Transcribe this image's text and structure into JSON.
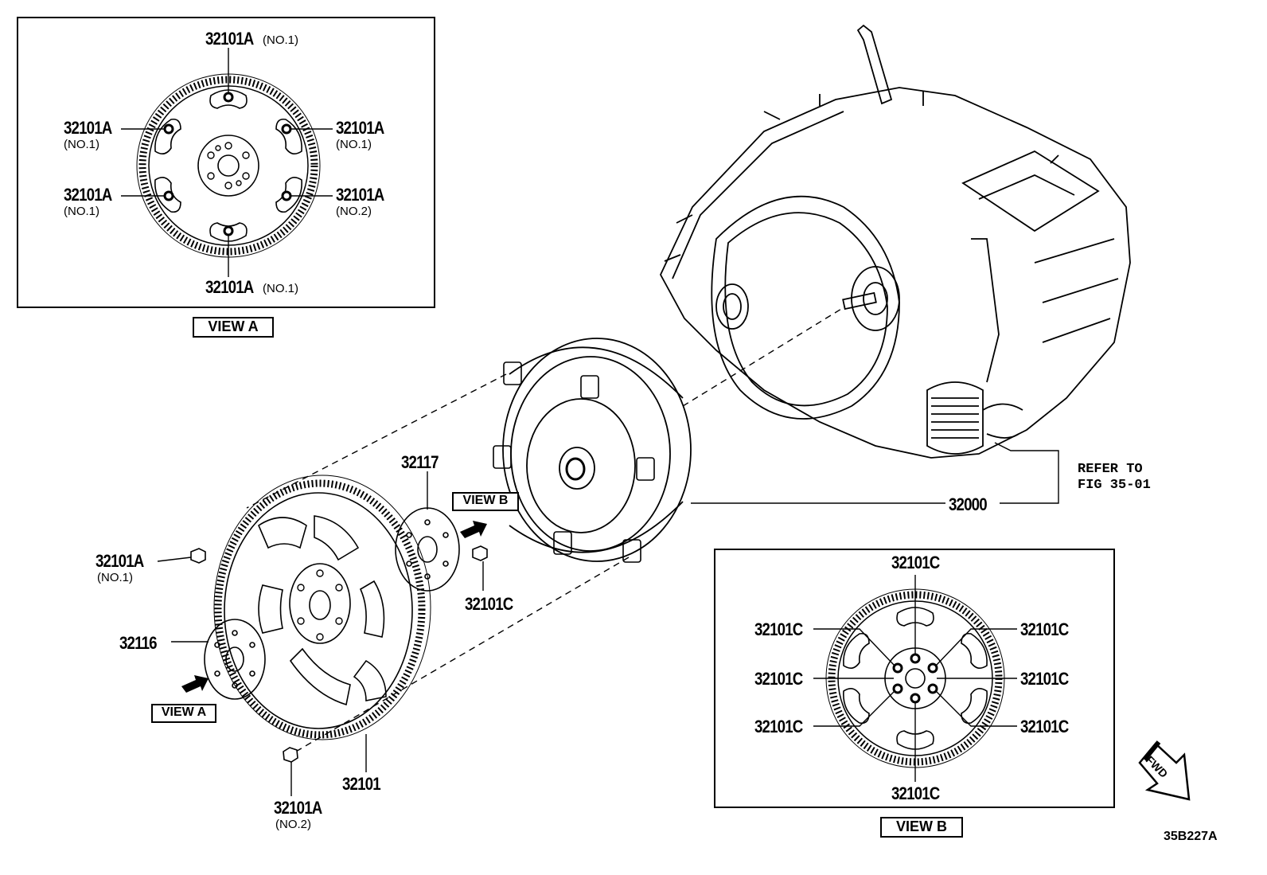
{
  "view_a": {
    "title": "VIEW A",
    "labels": [
      "32101A",
      "32101A",
      "32101A",
      "32101A",
      "32101A",
      "32101A"
    ],
    "subs": [
      "(NO.1)",
      "(NO.1)",
      "(NO.1)",
      "(NO.1)",
      "(NO.2)",
      "(NO.1)"
    ]
  },
  "view_b": {
    "title": "VIEW B",
    "labels": [
      "32101C",
      "32101C",
      "32101C",
      "32101C",
      "32101C",
      "32101C",
      "32101C",
      "32101C"
    ]
  },
  "callouts": {
    "converter_no": "32000",
    "refer_to": "REFER TO\nFIG 35-01",
    "plate_32117": "32117",
    "bolt_32101c": "32101C",
    "view_b_tag": "VIEW B",
    "bolt_no1": "32101A",
    "bolt_no1_sub": "(NO.1)",
    "plate_32116": "32116",
    "view_a_tag": "VIEW A",
    "flywheel": "32101",
    "bolt_no2": "32101A",
    "bolt_no2_sub": "(NO.2)"
  },
  "fwd_label": "FWD",
  "figure_code": "35B227A"
}
